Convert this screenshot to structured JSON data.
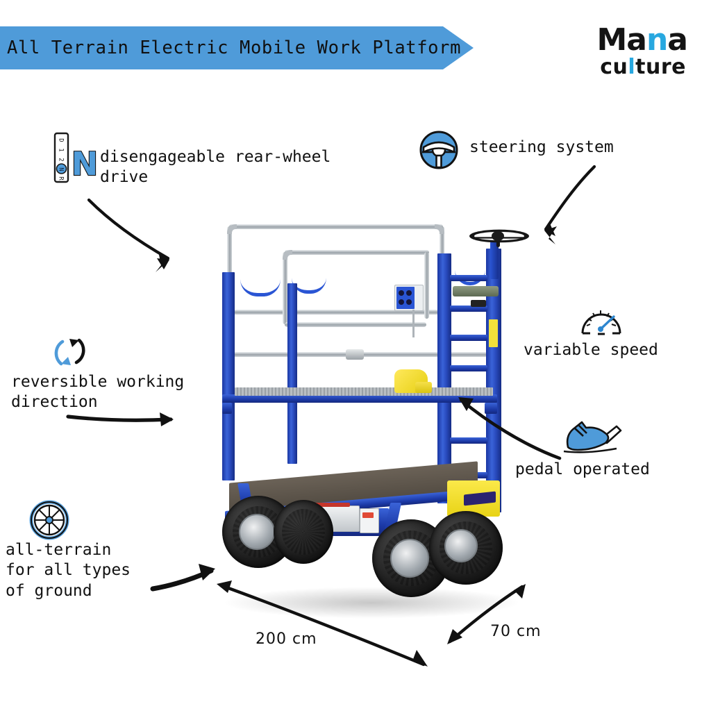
{
  "header": {
    "banner_title": "All Terrain Electric Mobile Work Platform",
    "banner_color": "#4f9bd9"
  },
  "logo": {
    "line1_a": "Ma",
    "line1_accent": "n",
    "line1_b": "a",
    "line2_a": "cu",
    "line2_accent": "l",
    "line2_b": "ture",
    "accent_color": "#28a8e0",
    "text_color": "#141414"
  },
  "callouts": [
    {
      "id": "rear-wheel-drive",
      "icon": "gear-selector-icon",
      "label": "disengageable rear-wheel\ndrive",
      "gear_positions": [
        "D",
        "1",
        "2",
        "N",
        "R"
      ],
      "gear_selected": "N",
      "big_letter": "N"
    },
    {
      "id": "steering-system",
      "icon": "steering-wheel-icon",
      "label": "steering system"
    },
    {
      "id": "reversible-direction",
      "icon": "reverse-arrows-icon",
      "label": "reversible working\ndirection"
    },
    {
      "id": "variable-speed",
      "icon": "speedometer-icon",
      "label": "variable speed"
    },
    {
      "id": "pedal-operated",
      "icon": "foot-pedal-icon",
      "label": "pedal operated"
    },
    {
      "id": "all-terrain",
      "icon": "spoked-wheel-icon",
      "label": "all-terrain\nfor all types\nof ground"
    }
  ],
  "dimensions": {
    "length": "200 cm",
    "width": "70 cm"
  },
  "product_photo": {
    "alt": "blue electric mobile work platform with four knobby all-terrain tires",
    "frame_color": "#1d3fb4",
    "accent_color": "#f2e23a",
    "rail_color": "#a8afb5"
  }
}
